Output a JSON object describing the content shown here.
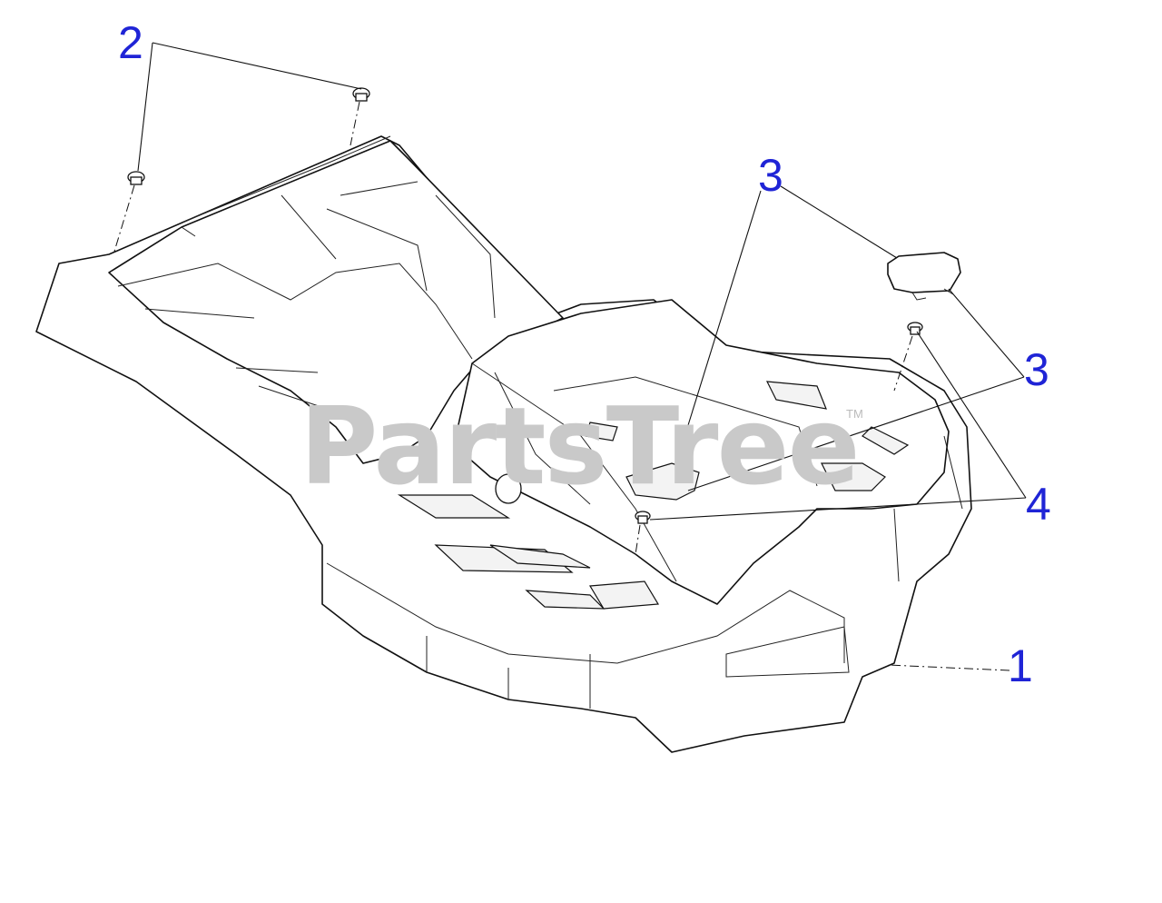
{
  "diagram": {
    "callouts": [
      {
        "id": "2",
        "label": "2"
      },
      {
        "id": "3a",
        "label": "3"
      },
      {
        "id": "3b",
        "label": "3"
      },
      {
        "id": "4",
        "label": "4"
      },
      {
        "id": "1",
        "label": "1"
      }
    ],
    "watermark": {
      "text": "PartsTree",
      "trademark": "TM"
    }
  }
}
